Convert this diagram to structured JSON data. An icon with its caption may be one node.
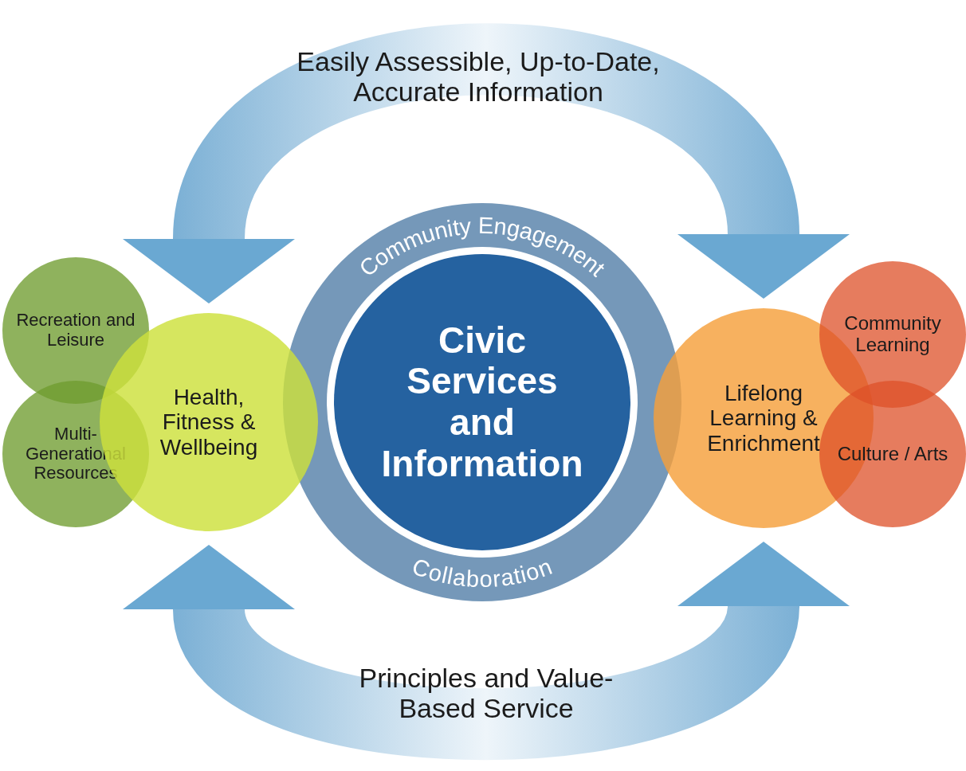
{
  "diagram": {
    "nodes": [
      {
        "text": [
          "Community Engagement",
          "Collaboration"
        ]
      },
      {
        "text": [
          "Civic Services and Information"
        ],
        "in": 0
      },
      {
        "text": [
          "Recreation and Leisure"
        ]
      },
      {
        "text": [
          "Multi-Generational Resources"
        ]
      },
      {
        "text": [
          "Health, Fitness & Wellbeing"
        ]
      },
      {
        "text": [
          "Lifelong Learning & Enrichment"
        ]
      },
      {
        "text": [
          "Community Learning"
        ]
      },
      {
        "text": [
          "Culture / Arts"
        ]
      }
    ],
    "edges": [
      {
        "from": 4,
        "to": 5,
        "arrow": "both"
      },
      {
        "from": 4,
        "to": 5,
        "arrow": "both"
      }
    ],
    "labels": [
      "Easily Assessible, Up-to-Date, Accurate Information",
      "Principles and Value-Based Service"
    ]
  }
}
